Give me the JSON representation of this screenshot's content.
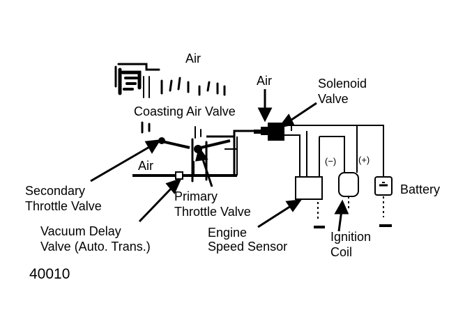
{
  "labels": {
    "air_top": "Air",
    "air_right": "Air",
    "air_lower": "Air",
    "coasting_air_valve": "Coasting Air Valve",
    "solenoid_valve_1": "Solenoid",
    "solenoid_valve_2": "Valve",
    "secondary_throttle_1": "Secondary",
    "secondary_throttle_2": "Throttle Valve",
    "primary_throttle_1": "Primary",
    "primary_throttle_2": "Throttle Valve",
    "vacuum_delay_1": "Vacuum Delay",
    "vacuum_delay_2": "Valve (Auto. Trans.)",
    "engine_speed_1": "Engine",
    "engine_speed_2": "Speed Sensor",
    "ignition_coil_1": "Ignition",
    "ignition_coil_2": "Coil",
    "battery": "Battery",
    "minus": "(−)",
    "plus": "(+)"
  },
  "figure_number": "40010"
}
